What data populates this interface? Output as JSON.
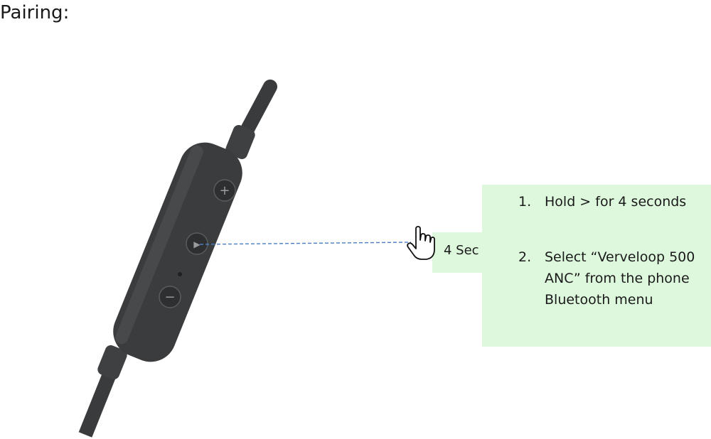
{
  "page": {
    "title": "Pairing:"
  },
  "callout": {
    "duration_label": "4 Sec",
    "steps": [
      {
        "number": "1.",
        "text": "Hold > for 4 seconds"
      },
      {
        "number": "2.",
        "text": "Select “Verveloop 500 ANC” from the phone Bluetooth menu"
      }
    ]
  },
  "remote": {
    "buttons": [
      {
        "name": "volume-up",
        "glyph": "+"
      },
      {
        "name": "play-pause",
        "glyph": "▶"
      },
      {
        "name": "volume-down",
        "glyph": "−"
      }
    ]
  },
  "colors": {
    "callout_background": "#def8dd",
    "leader_line": "#4a7fc4",
    "remote_body": "#3b3c3e",
    "text": "#1a1a1a"
  },
  "icons": [
    "pointing-hand-icon"
  ]
}
